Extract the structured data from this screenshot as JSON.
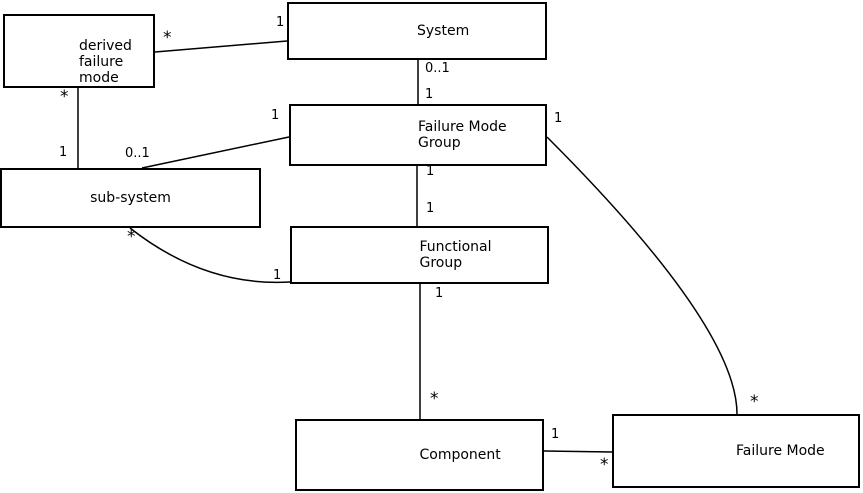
{
  "diagram": {
    "type": "uml-class-diagram",
    "colors": {
      "background": "#ffffff",
      "line": "#000000",
      "box_border": "#000000",
      "text": "#000000"
    },
    "nodes": [
      {
        "id": "derived-failure-mode",
        "label": "derived\nfailure\nmode"
      },
      {
        "id": "system",
        "label": "System"
      },
      {
        "id": "failure-mode-group",
        "label": "Failure Mode\nGroup"
      },
      {
        "id": "sub-system",
        "label": "sub-system"
      },
      {
        "id": "functional-group",
        "label": "Functional\nGroup"
      },
      {
        "id": "component",
        "label": "Component"
      },
      {
        "id": "failure-mode",
        "label": "Failure Mode"
      }
    ],
    "edges": [
      {
        "from": "system",
        "to": "derived-failure-mode",
        "from_label": "1",
        "to_label": "*"
      },
      {
        "from": "derived-failure-mode",
        "to": "sub-system",
        "from_label": "*",
        "to_label": "1"
      },
      {
        "from": "system",
        "to": "failure-mode-group",
        "from_label": "0..1",
        "to_label": "1"
      },
      {
        "from": "failure-mode-group",
        "to": "sub-system",
        "from_label": "1",
        "to_label": "0..1"
      },
      {
        "from": "failure-mode-group",
        "to": "functional-group",
        "from_label": "1",
        "to_label": "1"
      },
      {
        "from": "functional-group",
        "to": "component",
        "from_label": "1",
        "to_label": "*"
      },
      {
        "from": "sub-system",
        "to": "functional-group",
        "from_label": "*",
        "to_label": "1"
      },
      {
        "from": "failure-mode-group",
        "to": "failure-mode",
        "from_label": "1",
        "to_label": "*"
      },
      {
        "from": "component",
        "to": "failure-mode",
        "from_label": "1",
        "to_label": "*"
      }
    ]
  }
}
